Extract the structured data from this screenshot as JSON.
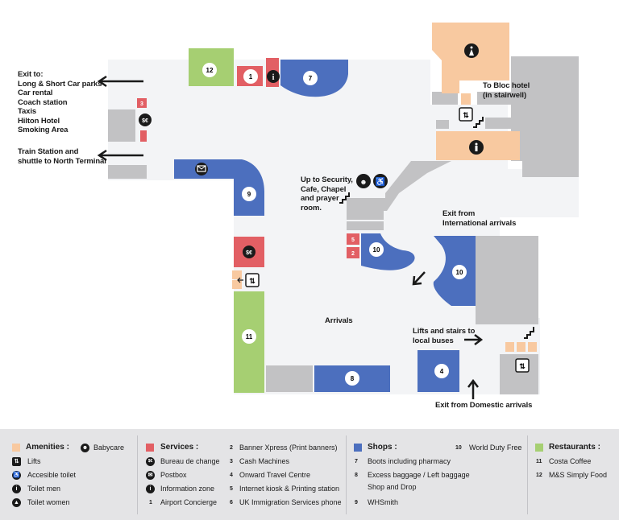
{
  "colors": {
    "amenities": "#f8c9a0",
    "services": "#e25f64",
    "shops": "#4c6fbe",
    "restaurants": "#a6cf72",
    "other": "#c2c2c4",
    "floor": "#f3f4f6"
  },
  "labels": {
    "exit_to": [
      "Exit to:",
      "Long & Short Car parks",
      "Car rental",
      "Coach station",
      "Taxis",
      "Hilton Hotel",
      "Smoking Area"
    ],
    "train": [
      "Train Station and",
      "shuttle to North Terminal"
    ],
    "bloc": [
      "To Bloc hotel",
      "(in stairwell)"
    ],
    "security": [
      "Up to Security,",
      "Cafe, Chapel",
      "and prayer",
      "room."
    ],
    "intl": [
      "Exit from",
      "International arrivals"
    ],
    "arrivals": "Arrivals",
    "lifts": [
      "Lifts and stairs to",
      "local buses"
    ],
    "domestic": "Exit from Domestic arrivals"
  },
  "markers": {
    "n1": "1",
    "n2": "2",
    "n3": "3",
    "n4": "4",
    "n5": "5",
    "n7": "7",
    "n8": "8",
    "n9": "9",
    "n10a": "10",
    "n10b": "10",
    "n11": "11",
    "n12": "12"
  },
  "legend": {
    "amenities": {
      "title": "Amenities :",
      "items": [
        "Lifts",
        "Accesible toilet",
        "Toilet men",
        "Toilet women"
      ],
      "babycare": "Babycare"
    },
    "services": {
      "title": "Services :",
      "items": [
        "Bureau de change",
        "Postbox",
        "Information zone"
      ],
      "concierge_num": "1",
      "concierge": "Airport Concierge",
      "list": [
        {
          "num": "2",
          "label": "Banner Xpress (Print banners)"
        },
        {
          "num": "3",
          "label": "Cash Machines"
        },
        {
          "num": "4",
          "label": "Onward Travel Centre"
        },
        {
          "num": "5",
          "label": "Internet kiosk & Printing station"
        },
        {
          "num": "6",
          "label": "UK Immigration Services phone"
        }
      ]
    },
    "shops": {
      "title": "Shops :",
      "items": [
        {
          "num": "7",
          "label": "Boots including pharmacy"
        },
        {
          "num": "8",
          "label": "Excess baggage / Left baggage"
        },
        {
          "num": "",
          "label": "Shop and Drop"
        },
        {
          "num": "9",
          "label": "WHSmith"
        }
      ],
      "extra": {
        "num": "10",
        "label": "World Duty Free"
      }
    },
    "restaurants": {
      "title": "Restaurants :",
      "items": [
        {
          "num": "11",
          "label": "Costa Coffee"
        },
        {
          "num": "12",
          "label": "M&S Simply Food"
        }
      ]
    }
  }
}
